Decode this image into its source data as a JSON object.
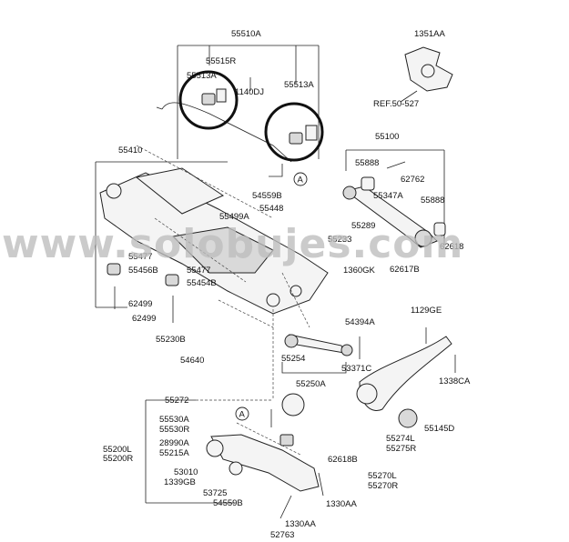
{
  "watermark": "www.solobujes.com",
  "callout_marker": "A",
  "labels": {
    "l55510A": "55510A",
    "l55515R": "55515R",
    "l55513A_top": "55513A",
    "l1140DJ": "1140DJ",
    "l55513A": "55513A",
    "l1351AA": "1351AA",
    "lref": "REF.50-527",
    "l55410": "55410",
    "l55100": "55100",
    "l55888a": "55888",
    "l62762": "62762",
    "l55347A": "55347A",
    "l55888b": "55888",
    "l54559B_top": "54559B",
    "l55448": "55448",
    "l55499A": "55499A",
    "l55289": "55289",
    "l55233": "55233",
    "l62618_top": "62618",
    "l1360GK": "1360GK",
    "l62617B": "62617B",
    "l55477a": "55477",
    "l55456B": "55456B",
    "l55477b": "55477",
    "l55454B": "55454B",
    "l62499a": "62499",
    "l62499b": "62499",
    "l1129GE": "1129GE",
    "l54394A": "54394A",
    "l55230B": "55230B",
    "l53371C": "53371C",
    "l54640": "54640",
    "l55254": "55254",
    "l1338CA": "1338CA",
    "l55250A": "55250A",
    "l55272": "55272",
    "l55530A": "55530A",
    "l55530R": "55530R",
    "l55145D": "55145D",
    "l28990A": "28990A",
    "l55200L": "55200L",
    "l55215A": "55215A",
    "l55200R": "55200R",
    "l55274L": "55274L",
    "l55275R": "55275R",
    "l62618B": "62618B",
    "l53010": "53010",
    "l1339GB": "1339GB",
    "l55270L": "55270L",
    "l55270R": "55270R",
    "l53725": "53725",
    "l1330AA_a": "1330AA",
    "l54559B_bot": "54559B",
    "l1330AA_b": "1330AA",
    "l52763": "52763"
  }
}
